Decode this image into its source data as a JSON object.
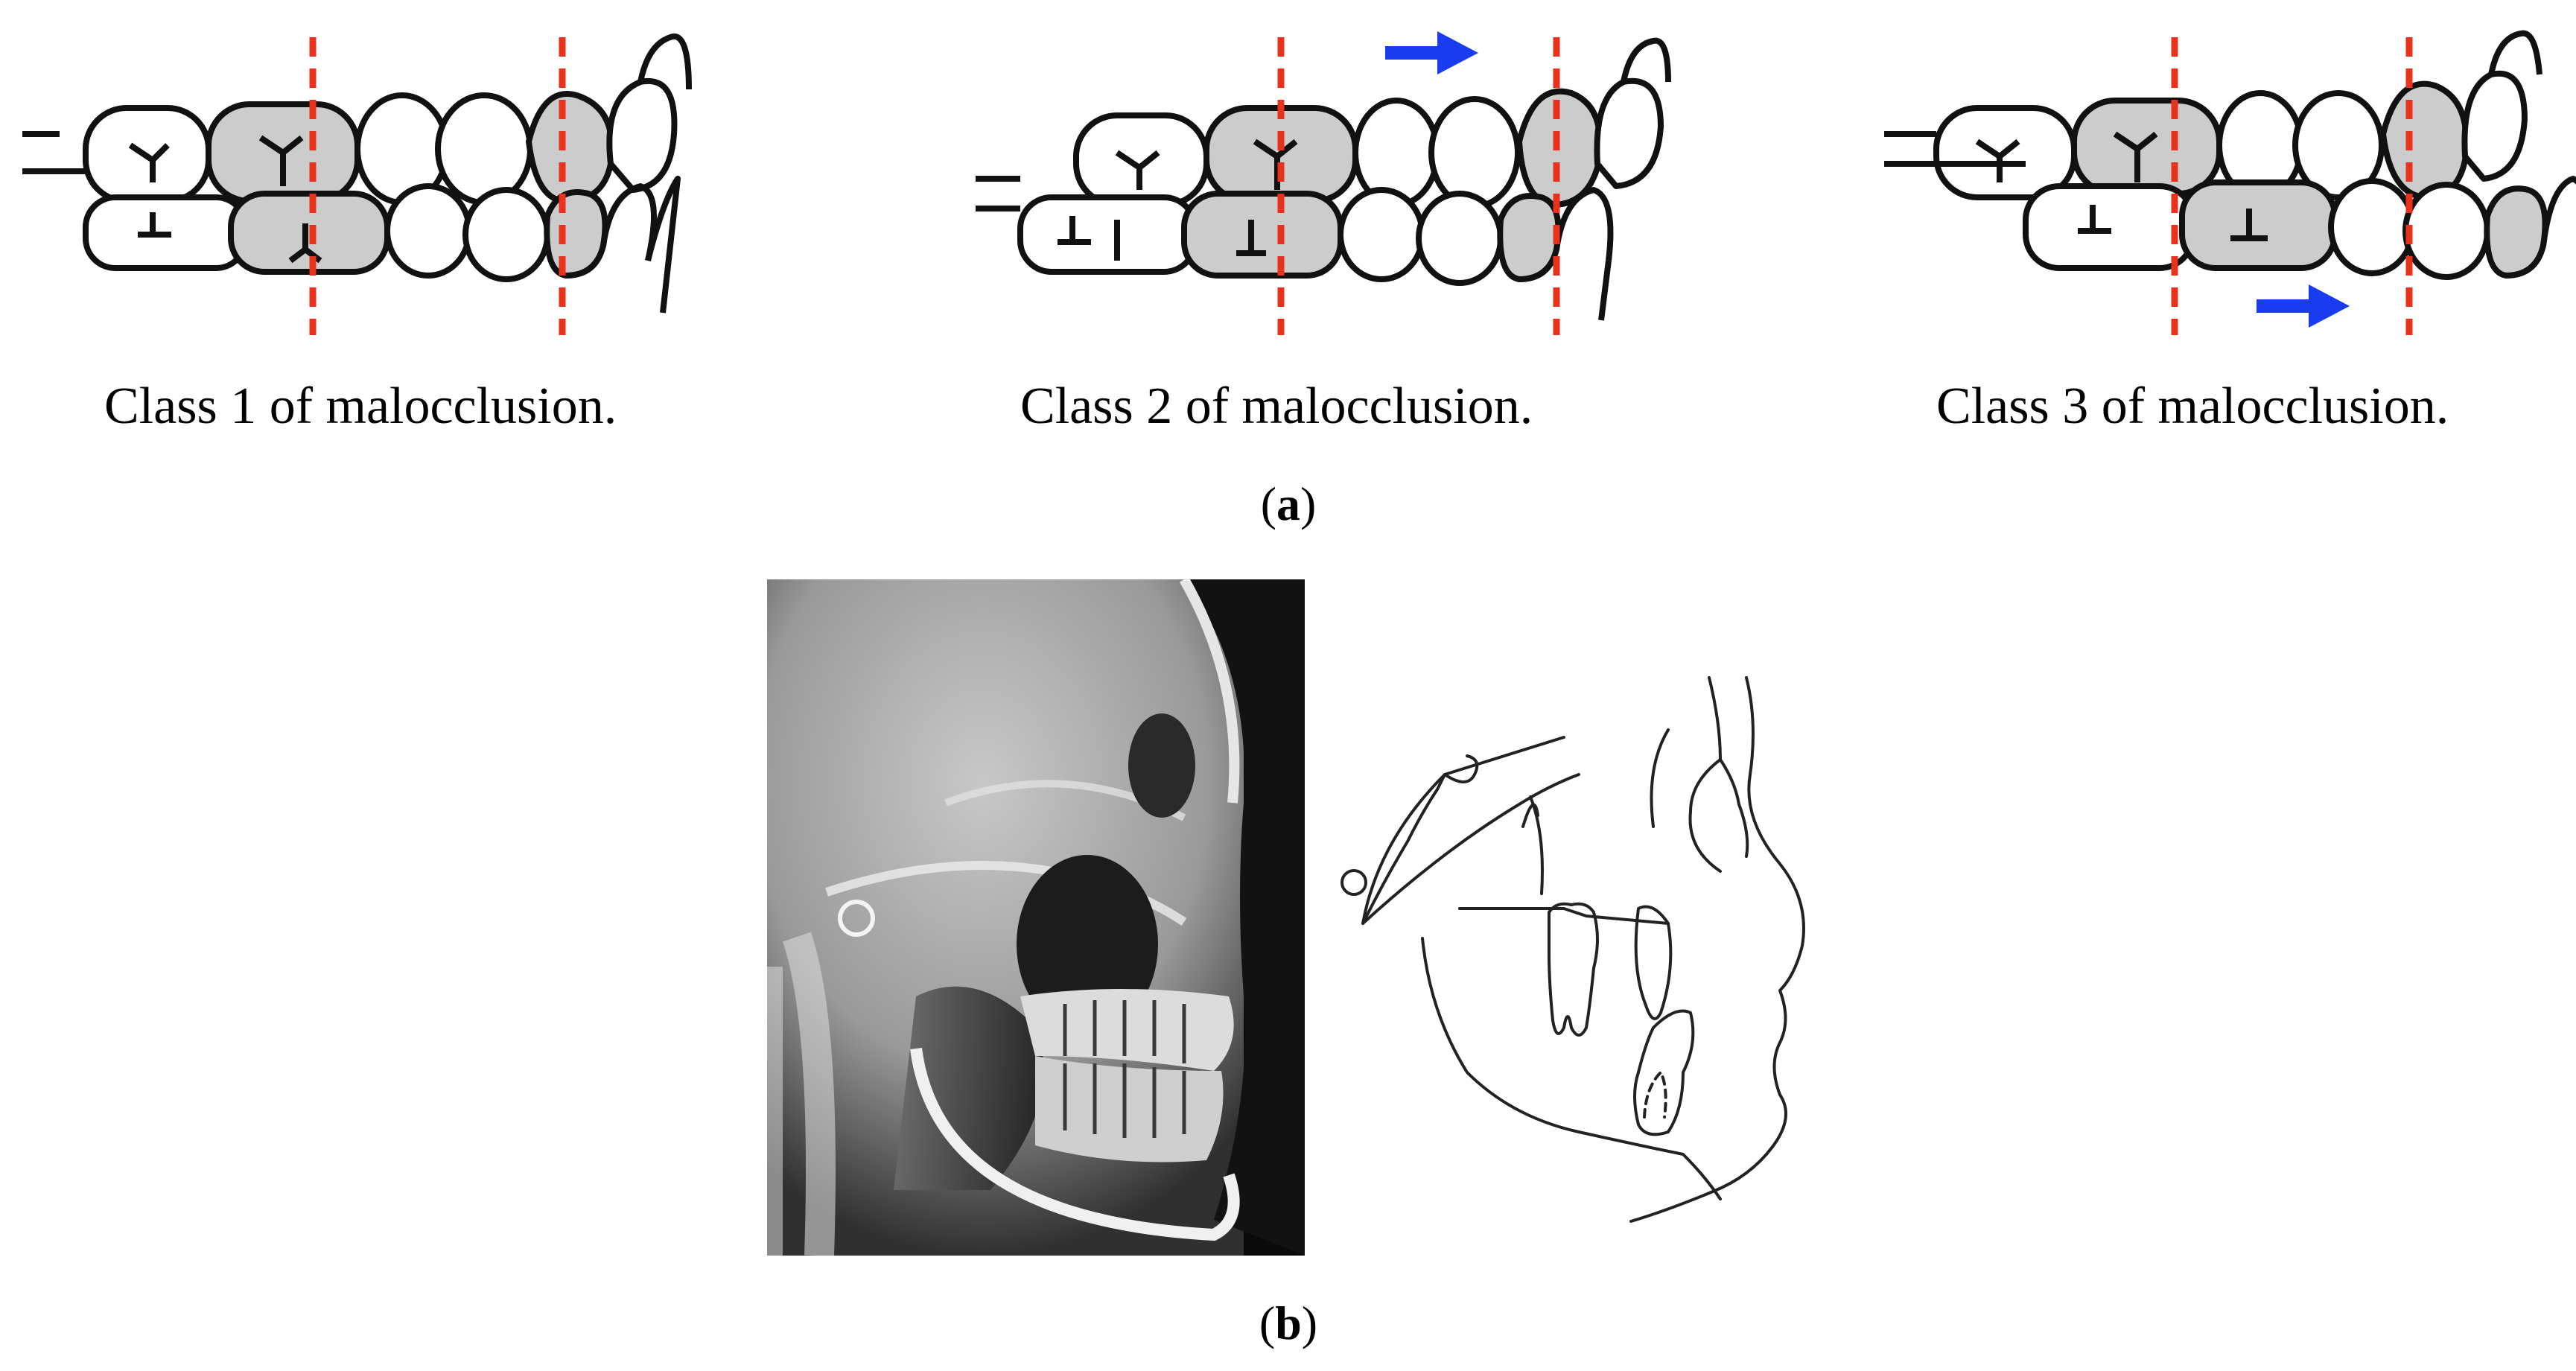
{
  "panel_a": {
    "captions": [
      "Class 1 of malocclusion.",
      "Class 2 of malocclusion.",
      "Class 3 of malocclusion."
    ],
    "label_letter": "a"
  },
  "panel_b": {
    "label_letter": "b"
  },
  "colors": {
    "guide_line": "#e8321e",
    "arrow": "#1a3cf0",
    "shaded_tooth": "#cccccc",
    "outline": "#111111"
  }
}
